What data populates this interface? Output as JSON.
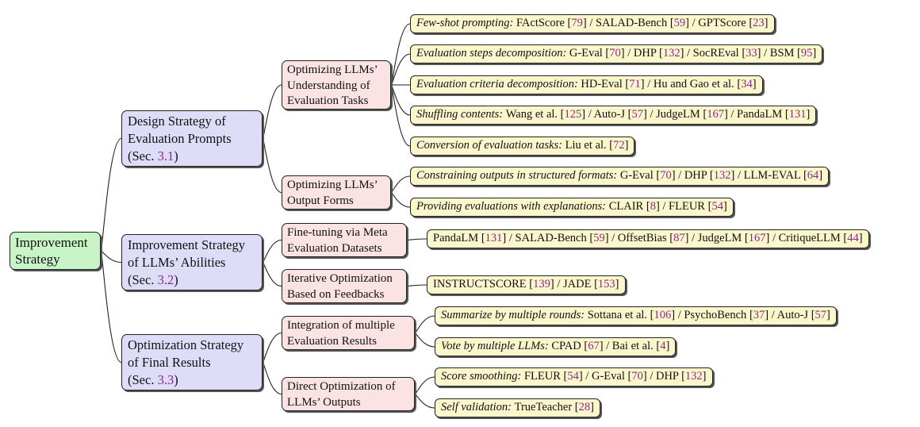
{
  "root": {
    "lines": [
      "Improvement",
      "Strategy"
    ]
  },
  "categories": [
    {
      "lines": [
        "Design Strategy of",
        "Evaluation Prompts"
      ],
      "sec_prefix": "(Sec. ",
      "sec_ref": "3.1",
      "sec_suffix": ")",
      "groups": [
        {
          "lines": [
            "Optimizing LLMs’",
            "Understanding of",
            "Evaluation Tasks"
          ],
          "leaves": [
            {
              "label": "Few-shot prompting:",
              "parts": [
                [
                  "FActScore ",
                  "79"
                ],
                [
                  " / SALAD-Bench ",
                  "59"
                ],
                [
                  " / GPTScore ",
                  "23"
                ]
              ]
            },
            {
              "label": "Evaluation steps decomposition:",
              "parts": [
                [
                  "G-Eval ",
                  "70"
                ],
                [
                  " / DHP ",
                  "132"
                ],
                [
                  " / SocREval ",
                  "33"
                ],
                [
                  " / BSM ",
                  "95"
                ]
              ]
            },
            {
              "label": "Evaluation criteria decomposition:",
              "parts": [
                [
                  "HD-Eval ",
                  "71"
                ],
                [
                  " / Hu and Gao et al. ",
                  "34"
                ]
              ]
            },
            {
              "label": "Shuffling contents:",
              "parts": [
                [
                  "Wang et al. ",
                  "125"
                ],
                [
                  " / Auto-J ",
                  "57"
                ],
                [
                  " / JudgeLM ",
                  "167"
                ],
                [
                  " / PandaLM ",
                  "131"
                ]
              ]
            },
            {
              "label": "Conversion of evaluation tasks:",
              "parts": [
                [
                  "Liu et al. ",
                  "72"
                ]
              ]
            }
          ]
        },
        {
          "lines": [
            "Optimizing LLMs’",
            "Output Forms"
          ],
          "leaves": [
            {
              "label": "Constraining outputs in structured formats:",
              "parts": [
                [
                  "G-Eval ",
                  "70"
                ],
                [
                  " / DHP ",
                  "132"
                ],
                [
                  " / LLM-EVAL ",
                  "64"
                ]
              ]
            },
            {
              "label": "Providing evaluations with explanations:",
              "parts": [
                [
                  "CLAIR ",
                  "8"
                ],
                [
                  " / FLEUR ",
                  "54"
                ]
              ]
            }
          ]
        }
      ]
    },
    {
      "lines": [
        "Improvement Strategy",
        "of LLMs’ Abilities"
      ],
      "sec_prefix": "(Sec. ",
      "sec_ref": "3.2",
      "sec_suffix": ")",
      "groups": [
        {
          "lines": [
            "Fine-tuning via Meta",
            "Evaluation Datasets"
          ],
          "leaves": [
            {
              "label": "",
              "parts": [
                [
                  "PandaLM ",
                  "131"
                ],
                [
                  " / SALAD-Bench ",
                  "59"
                ],
                [
                  " / OffsetBias ",
                  "87"
                ],
                [
                  " / JudgeLM ",
                  "167"
                ],
                [
                  " / CritiqueLLM ",
                  "44"
                ]
              ]
            }
          ]
        },
        {
          "lines": [
            "Iterative Optimization",
            "Based on Feedbacks"
          ],
          "leaves": [
            {
              "label": "",
              "parts": [
                [
                  "INSTRUCTSCORE ",
                  "139"
                ],
                [
                  " / JADE ",
                  "153"
                ]
              ]
            }
          ]
        }
      ]
    },
    {
      "lines": [
        "Optimization Strategy",
        "of Final Results"
      ],
      "sec_prefix": "(Sec. ",
      "sec_ref": "3.3",
      "sec_suffix": ")",
      "groups": [
        {
          "lines": [
            "Integration of multiple",
            "Evaluation Results"
          ],
          "leaves": [
            {
              "label": "Summarize by multiple rounds:",
              "parts": [
                [
                  "Sottana et al. ",
                  "106"
                ],
                [
                  " / PsychoBench ",
                  "37"
                ],
                [
                  " / Auto-J ",
                  "57"
                ]
              ]
            },
            {
              "label": "Vote by multiple LLMs:",
              "parts": [
                [
                  "CPAD ",
                  "67"
                ],
                [
                  " / Bai et al. ",
                  "4"
                ]
              ]
            }
          ]
        },
        {
          "lines": [
            "Direct Optimization of",
            "LLMs’ Outputs"
          ],
          "leaves": [
            {
              "label": "Score smoothing:",
              "parts": [
                [
                  "FLEUR ",
                  "54"
                ],
                [
                  " / G-Eval ",
                  "70"
                ],
                [
                  " / DHP ",
                  "132"
                ]
              ]
            },
            {
              "label": "Self validation:",
              "parts": [
                [
                  "TrueTeacher ",
                  "28"
                ]
              ]
            }
          ]
        }
      ]
    }
  ]
}
